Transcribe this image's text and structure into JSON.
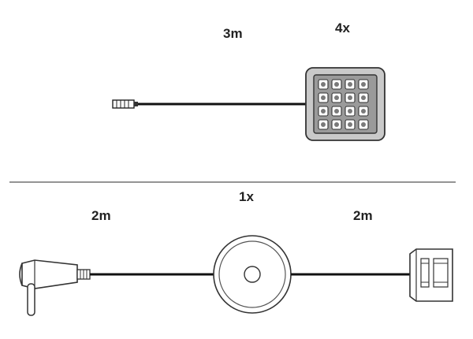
{
  "top_section": {
    "cable_length_label": "3m",
    "quantity_label": "4x"
  },
  "bottom_section": {
    "quantity_label": "1x",
    "left_cable_length_label": "2m",
    "right_cable_length_label": "2m"
  }
}
